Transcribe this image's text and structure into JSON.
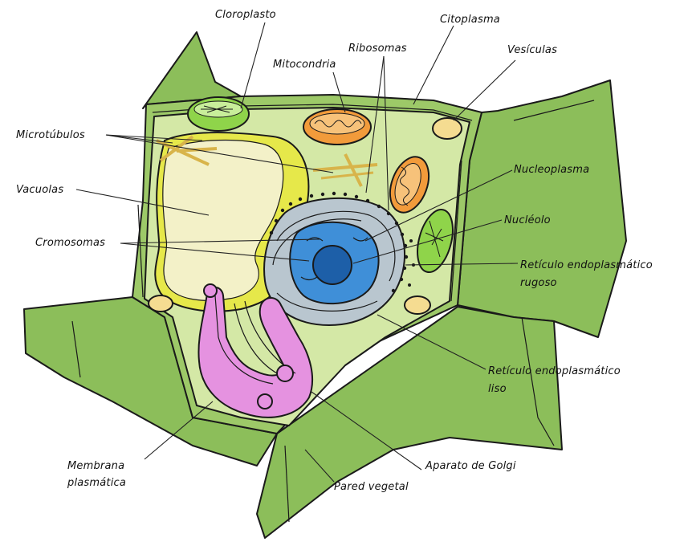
{
  "labels": {
    "cloroplasto": "Cloroplasto",
    "citoplasma": "Citoplasma",
    "ribosomas": "Ribosomas",
    "mitocondria": "Mitocondria",
    "vesiculas": "Vesículas",
    "microtubulos": "Microtúbulos",
    "nucleoplasma": "Nucleoplasma",
    "vacuolas": "Vacuolas",
    "nucleolo": "Nucléolo",
    "cromosomas": "Cromosomas",
    "reticulo_rugoso_1": "Retículo endoplasmático",
    "reticulo_rugoso_2": "rugoso",
    "reticulo_liso_1": "Retículo endoplasmático",
    "reticulo_liso_2": "liso",
    "membrana_1": "Membrana",
    "membrana_2": "plasmática",
    "aparato_golgi": "Aparato de Golgi",
    "pared_vegetal": "Pared vegetal"
  },
  "colors": {
    "cell_wall": "#8cbe5a",
    "cytoplasm": "#d4e8a6",
    "vacuole": "#f3f1c8",
    "vacuole_rim": "#e6e84a",
    "nucleus_outer": "#b9c6cf",
    "nucleus_blue": "#3f8fd8",
    "nucleolus": "#1d5fa8",
    "golgi": "#e592e0",
    "mitochondria": "#f29b3b",
    "chloroplast": "#8fd44a",
    "vesicle": "#f5dc91"
  }
}
